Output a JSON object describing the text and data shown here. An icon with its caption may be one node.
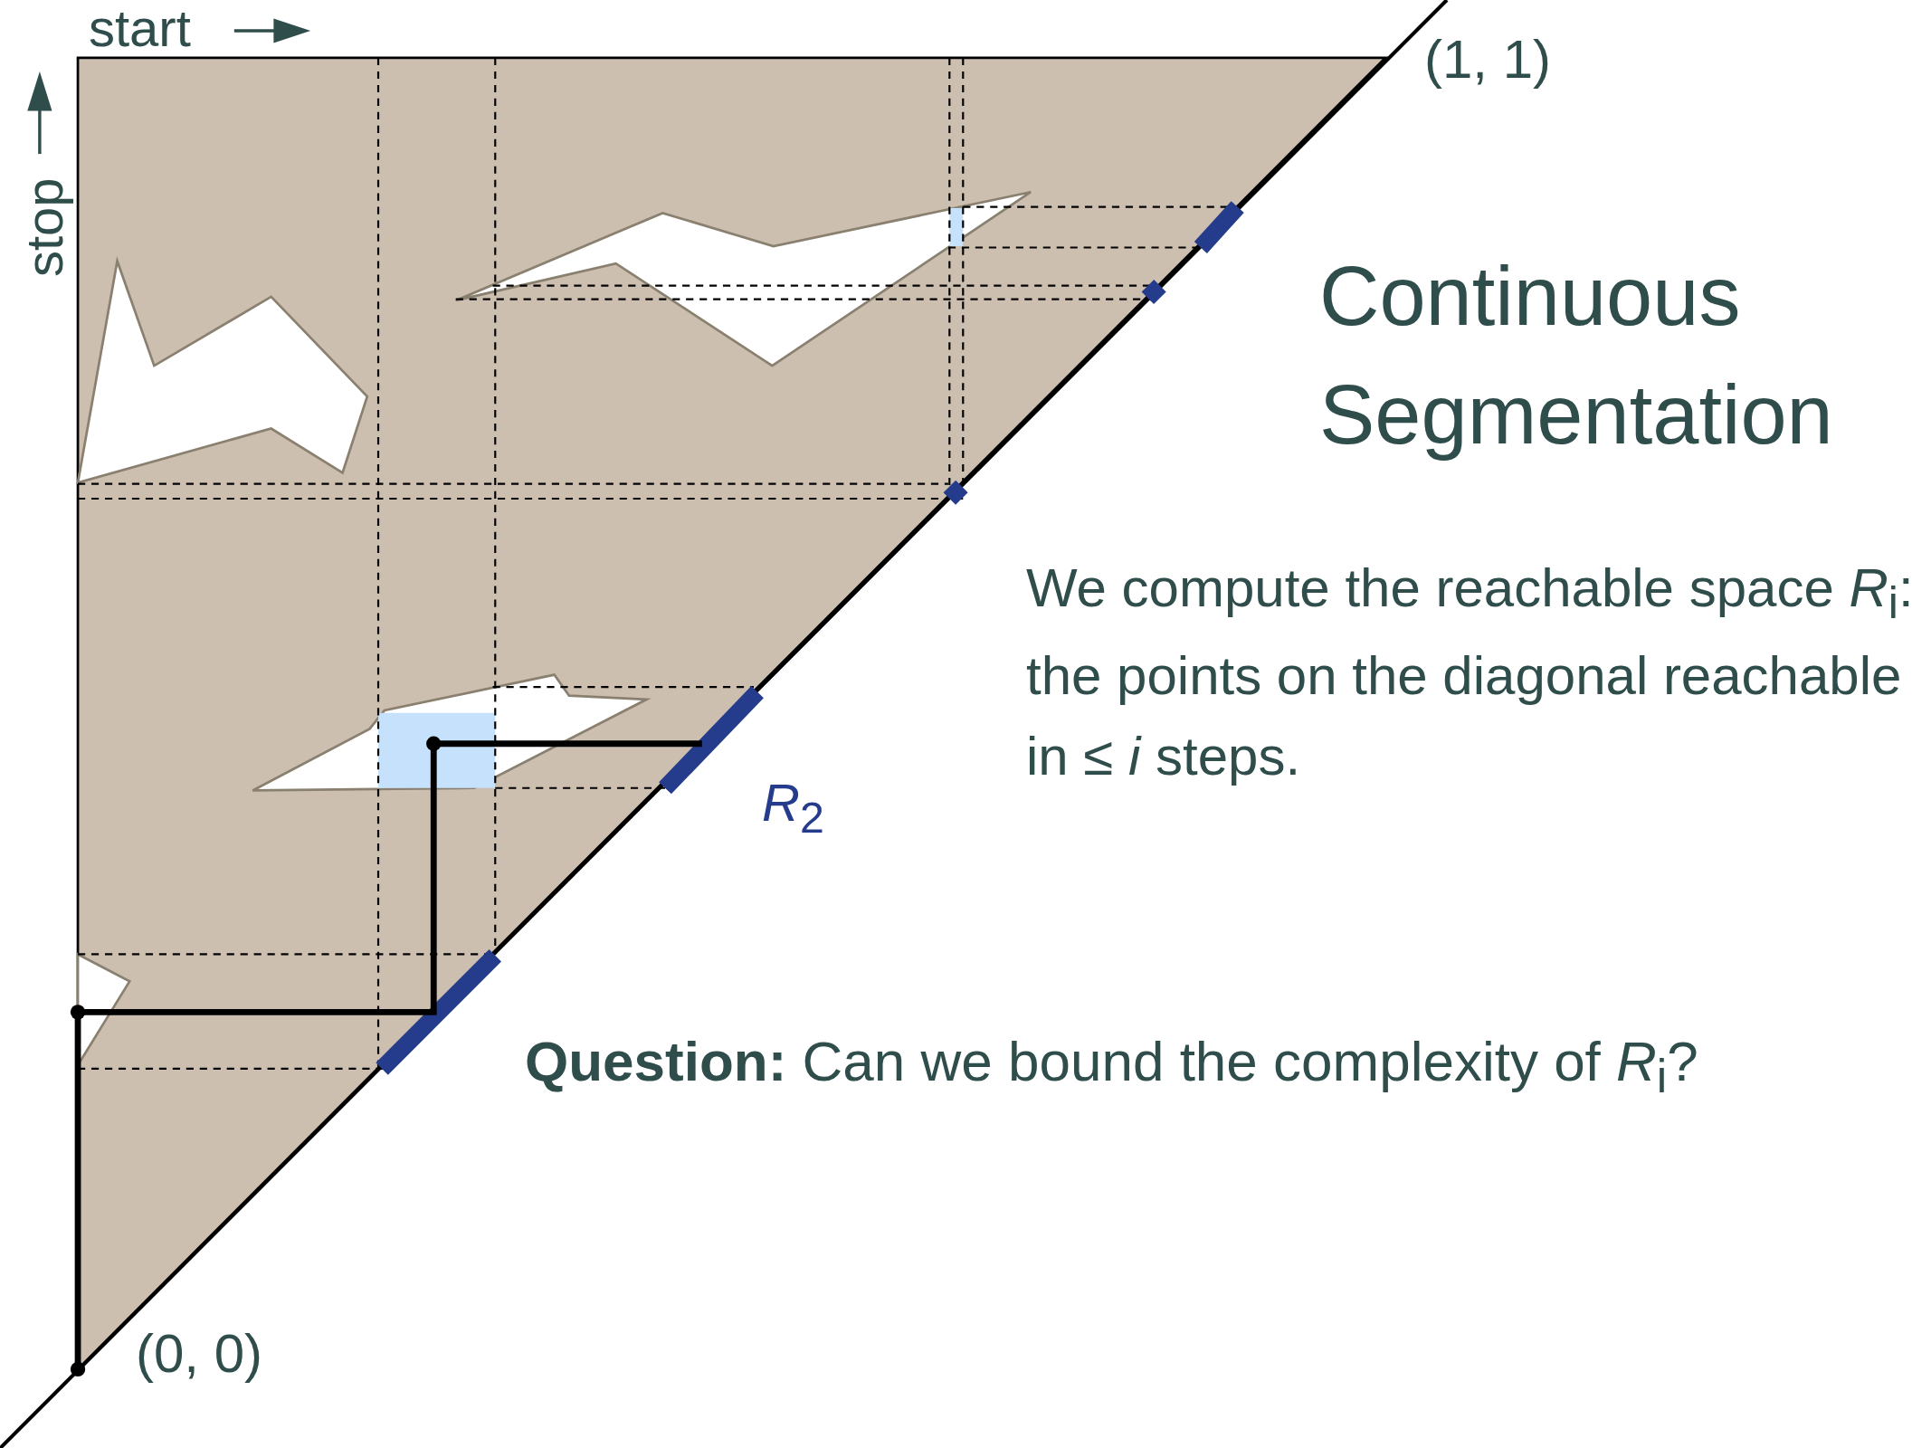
{
  "diagram": {
    "title": "Continuous Segmentation",
    "labels": [
      "start",
      "stop",
      "(1, 1)",
      "(0, 0)",
      "*R*$_{2}$",
      "We compute the reachable space *R*$_{i}$: the points on the diagonal reachable in ≤ *i* steps.",
      "**Question:** Can we bound the complexity of *R*$_{i}$?"
    ]
  }
}
